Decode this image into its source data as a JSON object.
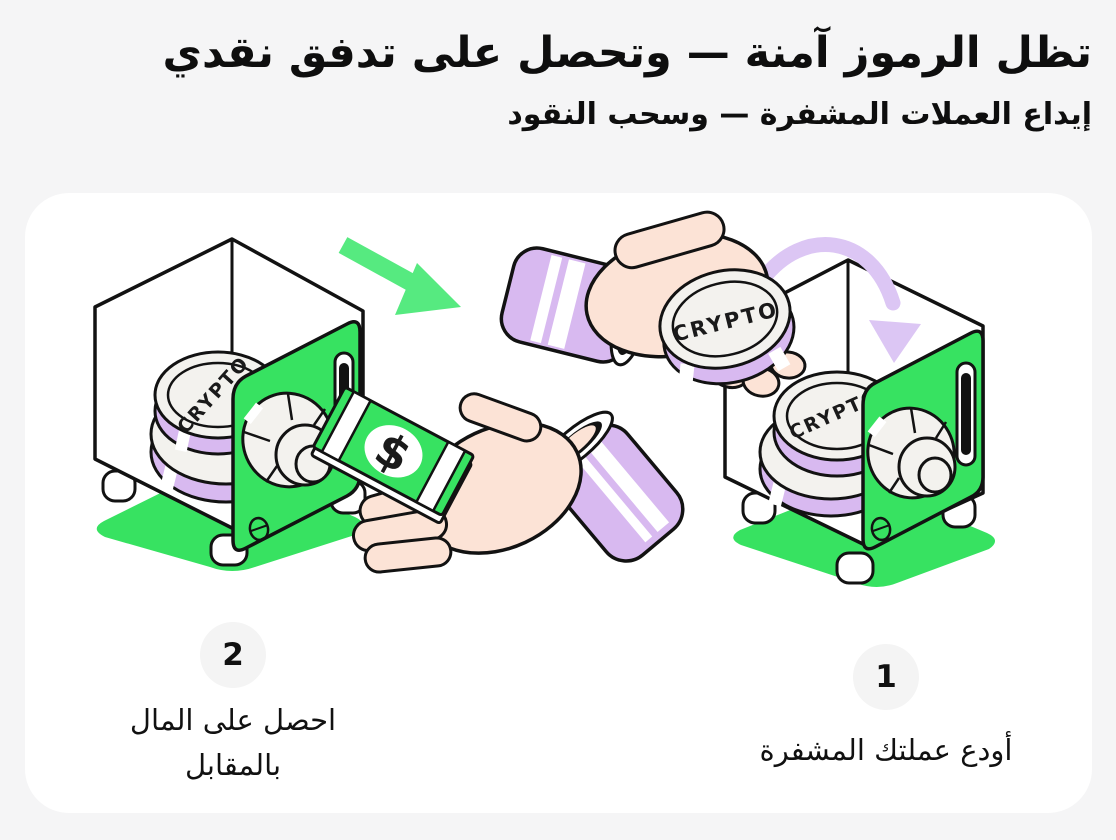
{
  "page": {
    "background_color": "#f5f5f6"
  },
  "header": {
    "title": "تظل الرموز آمنة — وتحصل على تدفق نقدي",
    "subtitle": "إيداع العملات المشفرة — وسحب النقود"
  },
  "illustration": {
    "coin_label": "CRYPTO",
    "bill_currency_symbol": "$",
    "colors": {
      "green": "#37e261",
      "green_arrow": "#56ea80",
      "lavender_arrow": "#dcc6f4",
      "cuff_purple": "#d8b9f0",
      "skin": "#fce3d6",
      "coin_face": "#f3f2ee",
      "outline": "#121212"
    }
  },
  "steps": [
    {
      "number": "1",
      "label": "أودع عملتك المشفرة"
    },
    {
      "number": "2",
      "label": "احصل على المال بالمقابل"
    }
  ]
}
